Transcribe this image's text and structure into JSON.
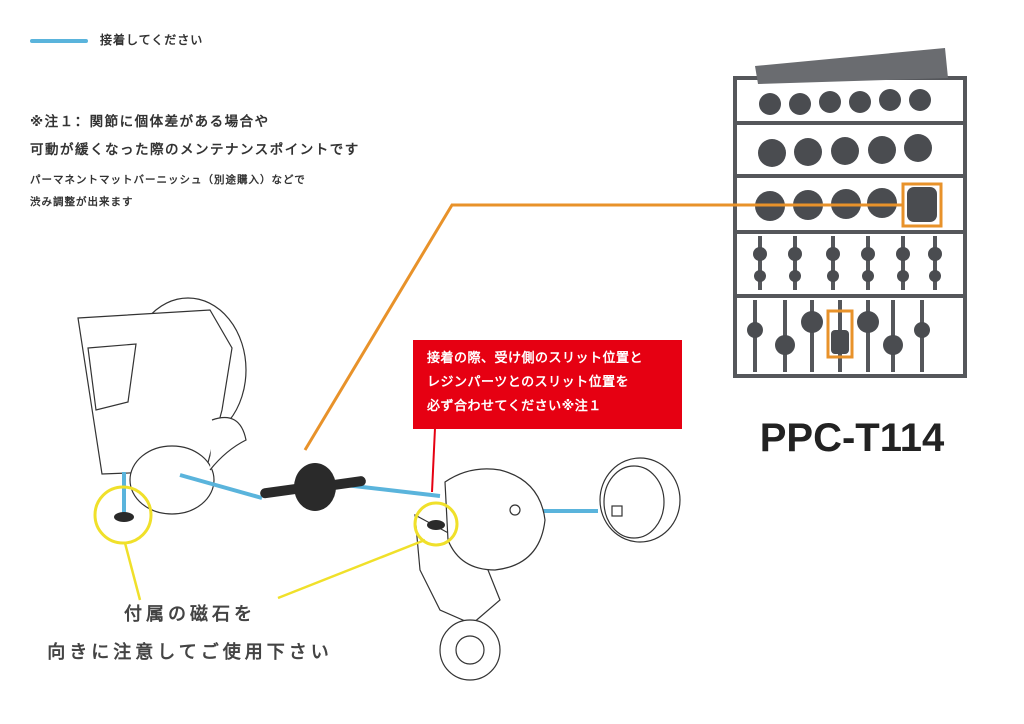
{
  "legend": {
    "label": "接着してください",
    "line_color": "#5ab4dc"
  },
  "note": {
    "line1": "※注１：関節に個体差がある場合や",
    "line2": "可動が緩くなった際のメンテナンスポイントです",
    "line3": "パーマネントマットバーニッシュ（別途購入）などで",
    "line4": "渋み調整が出来ます"
  },
  "warning": {
    "line1": "接着の際、受け側のスリット位置と",
    "line2": "レジンパーツとのスリット位置を",
    "line3": "必ず合わせてください※注１",
    "bg_color": "#e60012"
  },
  "magnet_note": {
    "line1": "付属の磁石を",
    "line2": "向きに注意してご使用下さい"
  },
  "product": {
    "code": "PPC-T114"
  },
  "colors": {
    "highlight_orange": "#e8922a",
    "highlight_yellow": "#f0e02a",
    "runner_gray": "#55575b"
  }
}
